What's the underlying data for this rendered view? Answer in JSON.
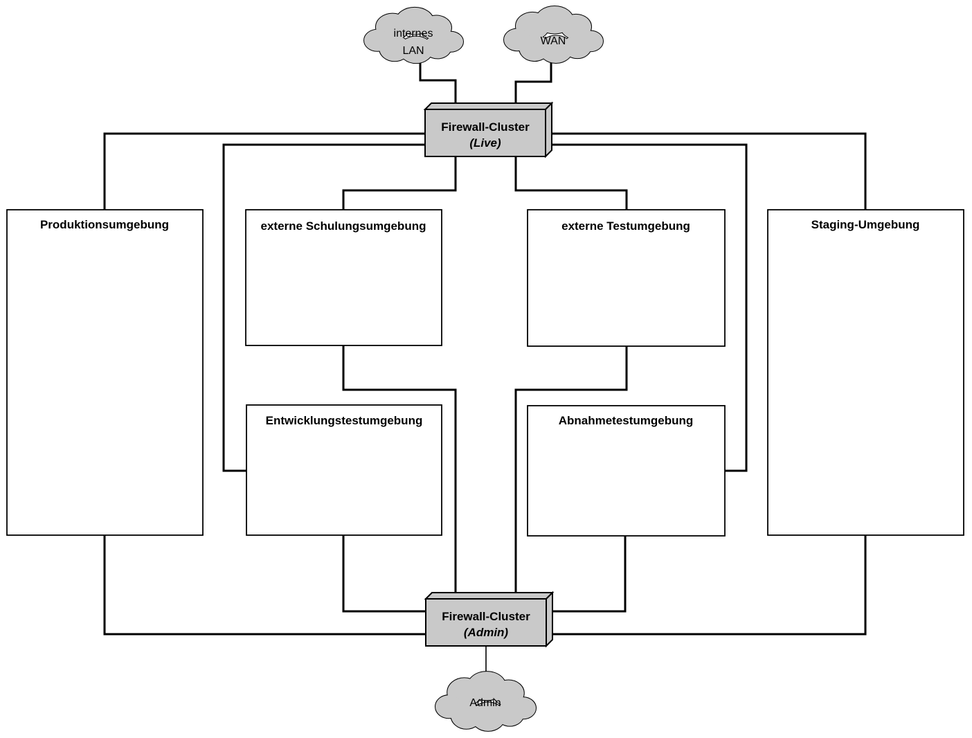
{
  "diagram": {
    "clouds": {
      "lan": {
        "line1": "internes",
        "line2": "LAN"
      },
      "wan": {
        "label": "WAN"
      },
      "admin": {
        "label": "Admin"
      }
    },
    "firewalls": {
      "live": {
        "name": "Firewall-Cluster",
        "zone": "(Live)"
      },
      "admin": {
        "name": "Firewall-Cluster",
        "zone": "(Admin)"
      }
    },
    "environments": {
      "produktion": {
        "label": "Produktionsumgebung"
      },
      "schulung": {
        "label": "externe Schulungsumgebung"
      },
      "test": {
        "label": "externe Testumgebung"
      },
      "staging": {
        "label": "Staging-Umgebung"
      },
      "entwicklung": {
        "label": "Entwicklungstestumgebung"
      },
      "abnahme": {
        "label": "Abnahmetestumgebung"
      }
    },
    "colors": {
      "node_fill": "#c9c9c9",
      "box_fill": "#ffffff",
      "line": "#000000"
    }
  }
}
